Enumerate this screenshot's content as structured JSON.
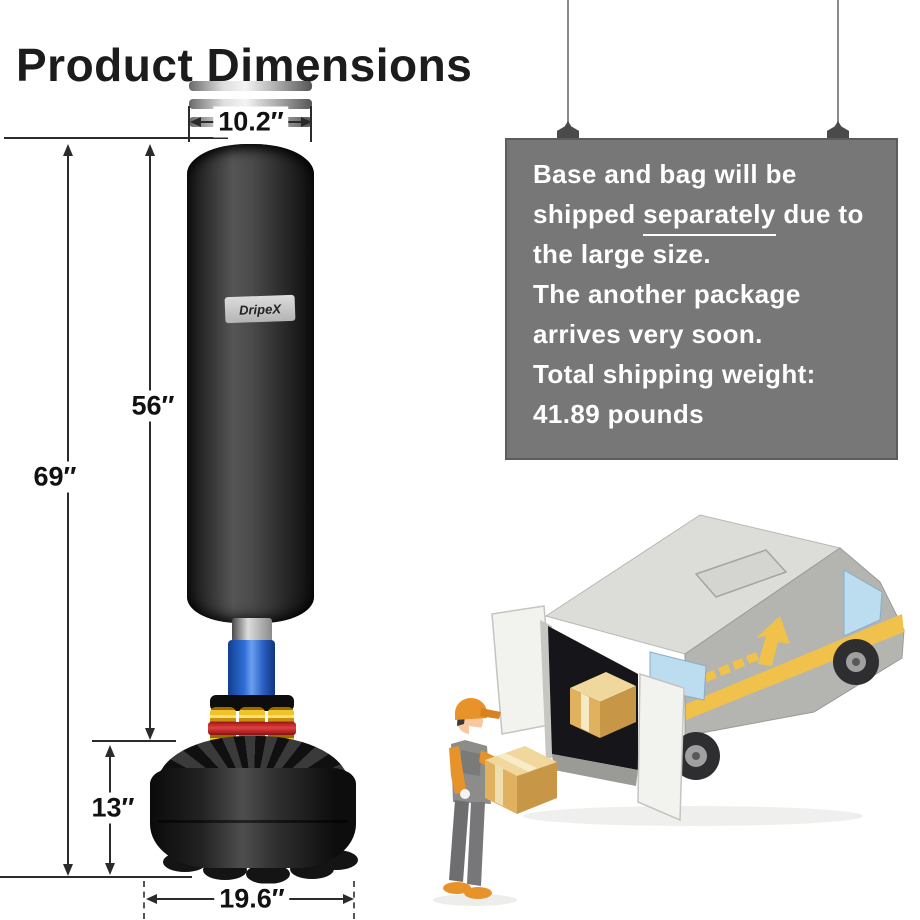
{
  "title": "Product Dimensions",
  "bag": {
    "brand": "DripeX",
    "dim_top_width": "10.2″",
    "dim_bag_height": "56″",
    "dim_total_height": "69″",
    "dim_base_height": "13″",
    "dim_base_width": "19.6″"
  },
  "shipping_notice": {
    "line1": "Base and bag will be",
    "line2_pre": "shipped ",
    "line2_underlined": "separately",
    "line2_post": " due to",
    "line3": "the large size.",
    "line4": "The another package",
    "line5": "arrives very soon.",
    "line6": "Total shipping weight:",
    "line7": "41.89 pounds"
  },
  "colors": {
    "sign_background": "#777777",
    "sign_text": "#FFFFFF",
    "dimension_lines": "#2B2B2B",
    "tube_blue": "#2E6FD6",
    "spring_gold": "#EFC133",
    "spring_band_red": "#C42424",
    "worker_orange": "#E8922A",
    "carton_tan": "#E0B260",
    "van_stripe_yellow": "#F0C14B",
    "van_body_gray": "#B4B4B0",
    "van_roof_gray": "#DCDCD8",
    "window_blue": "#BCDCF0"
  },
  "illustrations": {
    "bag": "freestanding-punching-bag",
    "van": "delivery-van-with-open-doors",
    "person": "delivery-worker-carrying-box"
  }
}
